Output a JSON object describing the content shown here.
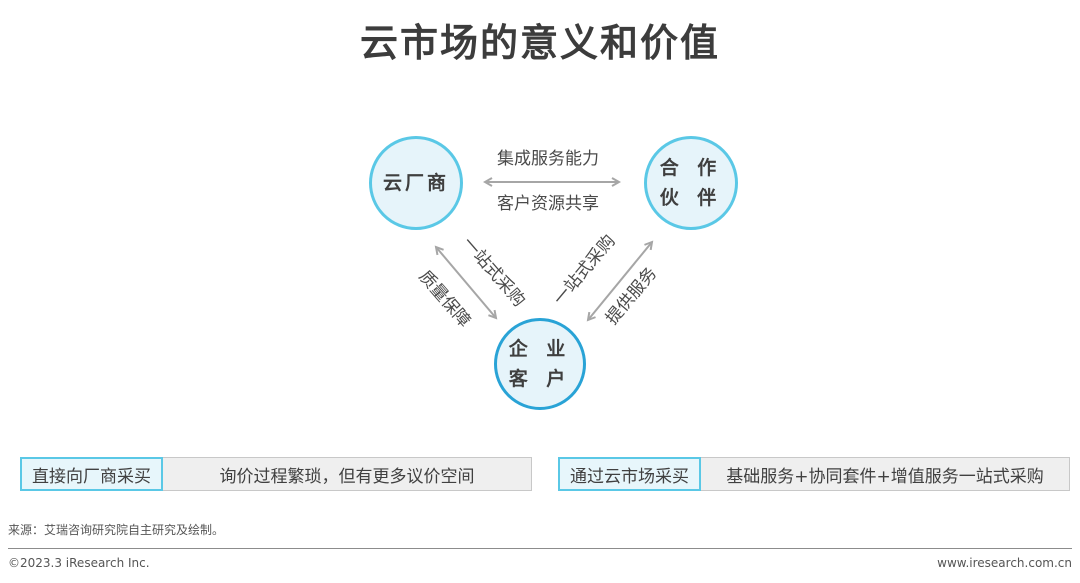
{
  "title": "云市场的意义和价值",
  "nodes": {
    "vendor": "云厂商",
    "partner": "合 作\n伙 伴",
    "customer": "企 业\n客 户"
  },
  "edges": {
    "top_upper": "集成服务能力",
    "top_lower": "客户资源共享",
    "left_inner": "一站式采购",
    "left_outer": "质量保障",
    "right_inner": "一站式采购",
    "right_outer": "提供服务"
  },
  "comparison": [
    {
      "tag": "直接向厂商采买",
      "text": "询价过程繁琐，但有更多议价空间"
    },
    {
      "tag": "通过云市场采买",
      "text": "基础服务+协同套件+增值服务一站式采购"
    }
  ],
  "footer": {
    "source": "来源：艾瑞咨询研究院自主研究及绘制。",
    "copyright": "©2023.3 iResearch Inc.",
    "website": "www.iresearch.com.cn"
  },
  "colors": {
    "circle_border": "#5ac8e6",
    "circle_fill": "#e6f4fa",
    "arrow": "#a6a6a6"
  }
}
